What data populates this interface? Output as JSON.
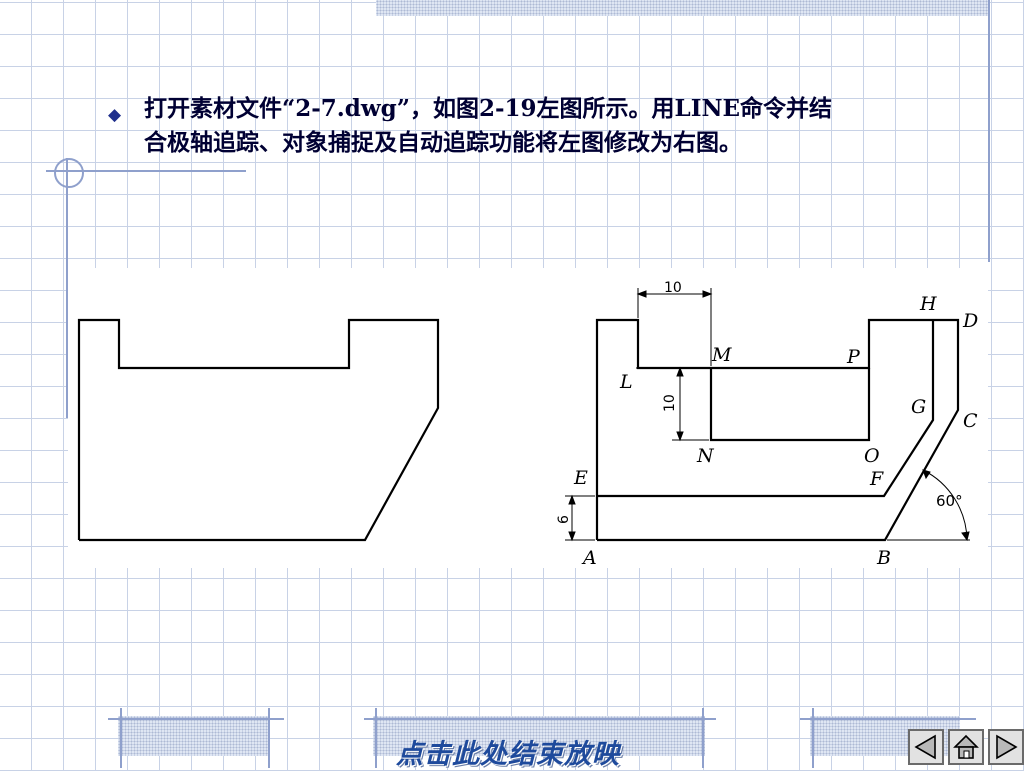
{
  "slide": {
    "bullet_icon": "diamond-bullet-icon",
    "instruction_line1": "打开素材文件“2-7.dwg”，如图2-19左图所示。用LINE命令并结",
    "instruction_line2": "合极轴追踪、对象捕捉及自动追踪功能将左图修改为右图。"
  },
  "figure": {
    "dim_top": "10",
    "dim_left": "10",
    "dim_bottom_left": "6",
    "angle": "60°",
    "points": {
      "A": "A",
      "B": "B",
      "C": "C",
      "D": "D",
      "E": "E",
      "F": "F",
      "G": "G",
      "H": "H",
      "L": "L",
      "M": "M",
      "N": "N",
      "O": "O",
      "P": "P"
    }
  },
  "footer": {
    "end_show_label": "点击此处结束放映",
    "prev_button_icon": "triangle-left-icon",
    "home_button_icon": "home-icon",
    "next_button_icon": "triangle-right-icon"
  },
  "colors": {
    "grid": "#c8d2e6",
    "accent": "#8fa0cc",
    "text": "#000033",
    "end_show": "#1e4a9c"
  }
}
